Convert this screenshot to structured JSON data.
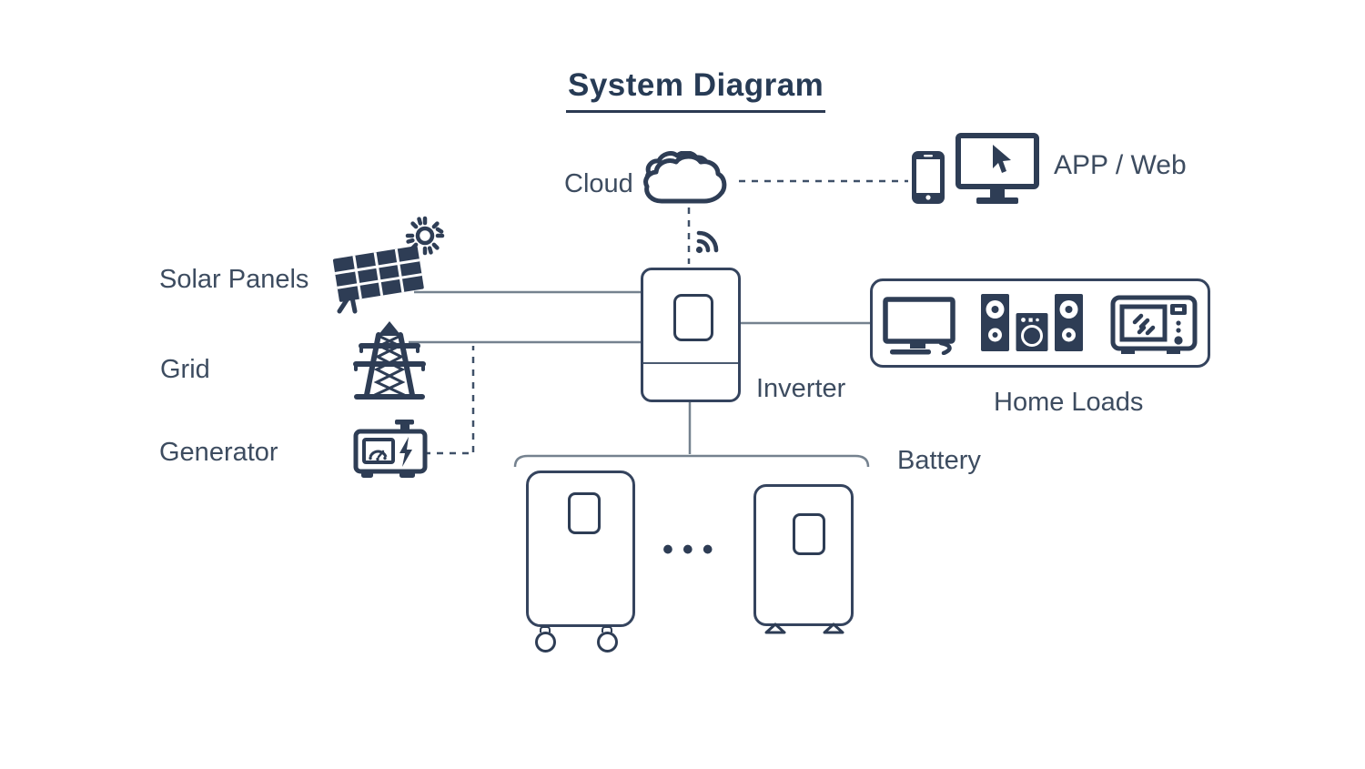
{
  "title": "System Diagram",
  "colors": {
    "ink": "#2e3d55",
    "text": "#3d4c60",
    "line": "#75828f",
    "dash": "#3f5068",
    "bg": "#ffffff"
  },
  "nodes": {
    "cloud": {
      "label": "Cloud",
      "icon": "cloud-icon"
    },
    "app_web": {
      "label": "APP / Web",
      "icons": [
        "smartphone-icon",
        "monitor-cursor-icon"
      ]
    },
    "wifi": {
      "icon": "wifi-signal-icon"
    },
    "solar": {
      "label": "Solar Panels",
      "icons": [
        "sun-icon",
        "solar-panel-icon"
      ]
    },
    "grid": {
      "label": "Grid",
      "icon": "transmission-tower-icon"
    },
    "generator": {
      "label": "Generator",
      "icon": "generator-icon"
    },
    "inverter": {
      "label": "Inverter",
      "icon": "inverter-unit"
    },
    "home_loads": {
      "label": "Home Loads",
      "icons": [
        "tv-icon",
        "speakers-icon",
        "microwave-icon"
      ]
    },
    "battery": {
      "label": "Battery",
      "units": 2,
      "more": "•••"
    }
  },
  "edges": [
    {
      "from": "cloud",
      "to": "app_web",
      "style": "dashed"
    },
    {
      "from": "cloud",
      "to": "inverter",
      "style": "dashed"
    },
    {
      "from": "solar",
      "to": "inverter",
      "style": "solid"
    },
    {
      "from": "grid",
      "to": "inverter",
      "style": "solid"
    },
    {
      "from": "generator",
      "to": "grid",
      "style": "dashed"
    },
    {
      "from": "inverter",
      "to": "home_loads",
      "style": "solid"
    },
    {
      "from": "inverter",
      "to": "battery",
      "style": "solid"
    }
  ]
}
